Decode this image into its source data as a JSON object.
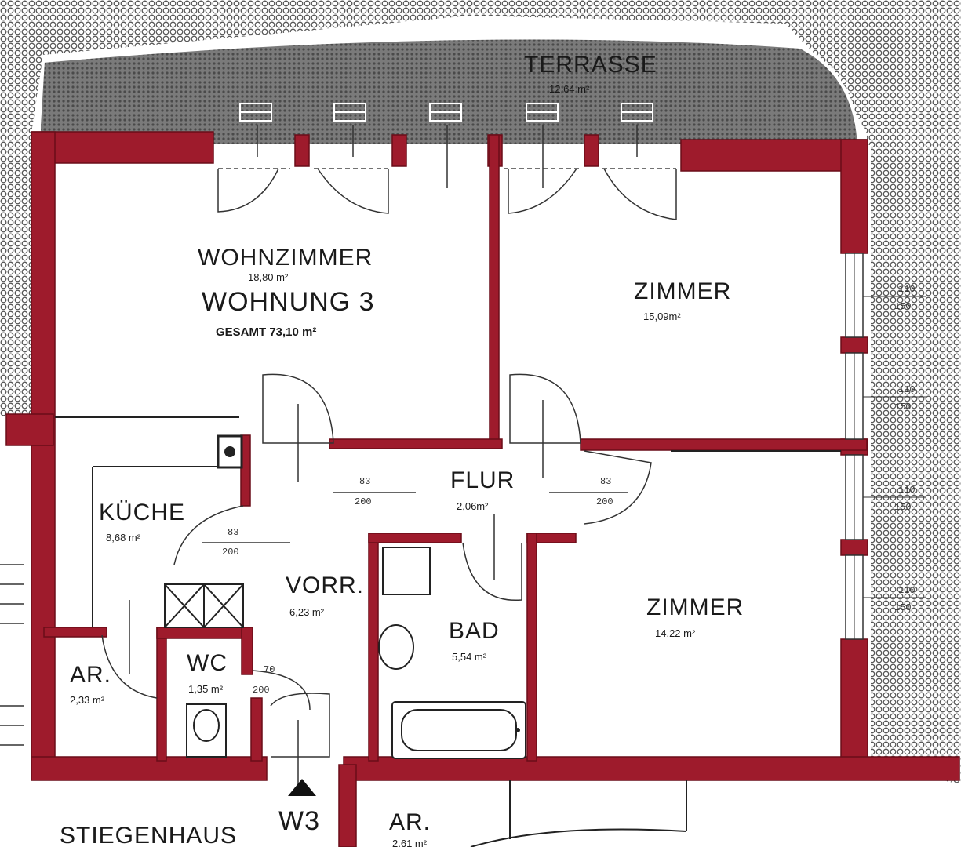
{
  "rooms": {
    "terrasse": {
      "name": "TERRASSE",
      "area": "12,64 m²"
    },
    "wohnzimmer": {
      "name": "WOHNZIMMER",
      "area": "18,80 m²"
    },
    "wohnung": {
      "name": "WOHNUNG 3",
      "total": "GESAMT 73,10 m²"
    },
    "zimmer1": {
      "name": "ZIMMER",
      "area": "15,09m²"
    },
    "kueche": {
      "name": "KÜCHE",
      "area": "8,68 m²"
    },
    "flur": {
      "name": "FLUR",
      "area": "2,06m²"
    },
    "vorr": {
      "name": "VORR.",
      "area": "6,23 m²"
    },
    "bad": {
      "name": "BAD",
      "area": "5,54 m²"
    },
    "zimmer2": {
      "name": "ZIMMER",
      "area": "14,22 m²"
    },
    "ar1": {
      "name": "AR.",
      "area": "2,33 m²"
    },
    "wc": {
      "name": "WC",
      "area": "1,35 m²"
    },
    "stiegenhaus": {
      "name": "STIEGENHAUS"
    },
    "ar2": {
      "name": "AR.",
      "area": "2,61 m²"
    }
  },
  "entrance": {
    "label": "W3"
  },
  "doors": {
    "d1": {
      "w": "83",
      "h": "200"
    },
    "d2": {
      "w": "83",
      "h": "200"
    },
    "d3": {
      "w": "83",
      "h": "200"
    },
    "d4": {
      "w": "70",
      "h": "200"
    }
  },
  "windows": {
    "w1": {
      "w": "110",
      "h": "150"
    },
    "w2": {
      "w": "110",
      "h": "150"
    },
    "w3": {
      "w": "110",
      "h": "150"
    },
    "w4": {
      "w": "110",
      "h": "150"
    }
  },
  "colors": {
    "wall": "#9e1b2c",
    "terrace": "#6b6b6b",
    "ground_dots": "#5a5a5a"
  }
}
